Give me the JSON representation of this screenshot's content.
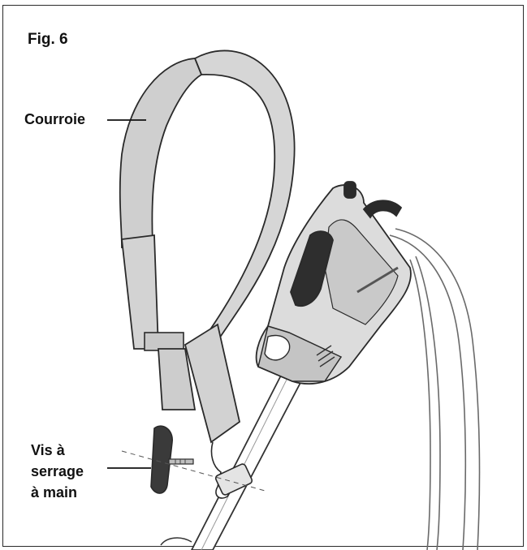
{
  "figure": {
    "title": "Fig. 6"
  },
  "labels": {
    "strap": "Courroie",
    "screw_line1": "Vis à",
    "screw_line2": "serrage",
    "screw_line3": "à main"
  }
}
